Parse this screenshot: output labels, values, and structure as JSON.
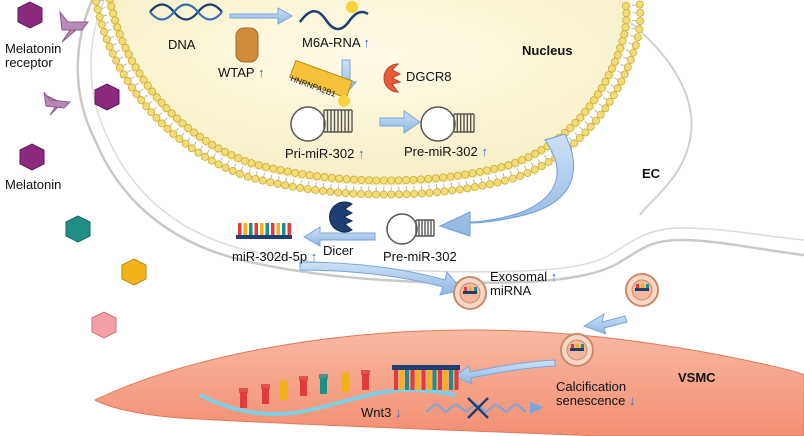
{
  "labels": {
    "melatonin_receptor_line1": "Melatonin",
    "melatonin_receptor_line2": "receptor",
    "melatonin": "Melatonin",
    "dna": "DNA",
    "wtap": "WTAP",
    "m6a_rna": "M6A-RNA",
    "hnrnpa2b1": "HNRNPA2B1",
    "dgcr8": "DGCR8",
    "nucleus": "Nucleus",
    "pri_mir": "Pri-miR-302",
    "pre_mir_nuclear": "Pre-miR-302",
    "ec": "EC",
    "dicer": "Dicer",
    "mir_302d": "miR-302d-5p",
    "pre_mir_cyto": "Pre-miR-302",
    "exosomal_line1": "Exosomal",
    "exosomal_line2": "miRNA",
    "vsmc": "VSMC",
    "calcification": "Calcification",
    "senescence": "senescence",
    "wnt3": "Wnt3"
  },
  "arrows": {
    "up": "↑",
    "down": "↓"
  },
  "colors": {
    "nucleus_fill": "#fbf4d6",
    "lipid_head": "#f3dc74",
    "vsmc_fill": "#f7a68c",
    "melatonin_purple": "#8b2a7f",
    "receptor": "#b888b6",
    "dgcr8": "#e85c3a",
    "dicer": "#1f3f73",
    "wtap": "#d08b3c",
    "arrow_blue": "#a9c8ea",
    "up_arrow": "#2f6fd1"
  }
}
